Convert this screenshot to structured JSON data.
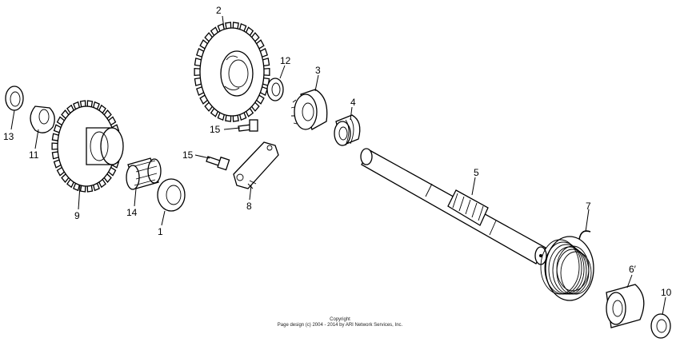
{
  "diagram": {
    "parts": [
      {
        "id": "2",
        "label": "2"
      },
      {
        "id": "12",
        "label": "12"
      },
      {
        "id": "3",
        "label": "3"
      },
      {
        "id": "4",
        "label": "4"
      },
      {
        "id": "13",
        "label": "13"
      },
      {
        "id": "11",
        "label": "11"
      },
      {
        "id": "9",
        "label": "9"
      },
      {
        "id": "15a",
        "label": "15"
      },
      {
        "id": "15b",
        "label": "15"
      },
      {
        "id": "14",
        "label": "14"
      },
      {
        "id": "1",
        "label": "1"
      },
      {
        "id": "8",
        "label": "8"
      },
      {
        "id": "5",
        "label": "5"
      },
      {
        "id": "7",
        "label": "7"
      },
      {
        "id": "6",
        "label": "6′"
      },
      {
        "id": "10",
        "label": "10"
      }
    ]
  },
  "copyright": {
    "line1": "Copyright",
    "line2": "Page design (c) 2004 - 2014 by ARI Network Services, Inc."
  }
}
